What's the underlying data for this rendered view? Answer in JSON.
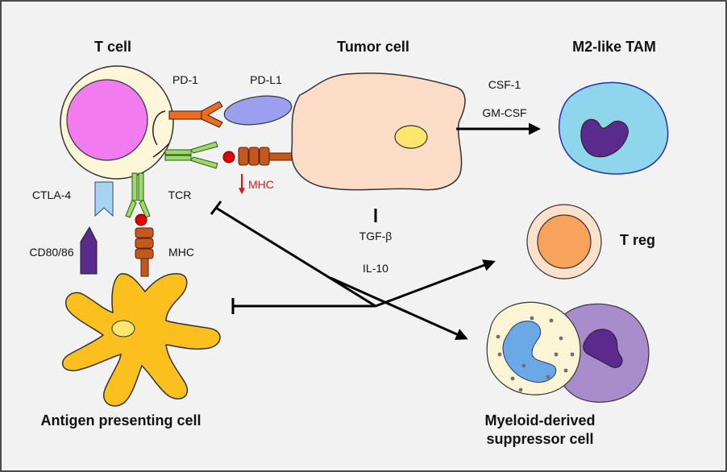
{
  "titles": {
    "t_cell": "T cell",
    "tumor_cell": "Tumor cell",
    "tam": "M2-like TAM",
    "treg": "T reg",
    "apc": "Antigen presenting cell",
    "mdsc_line1": "Myeloid-derived",
    "mdsc_line2": "suppressor cell"
  },
  "labels": {
    "pd1": "PD-1",
    "pdl1": "PD-L1",
    "csf1": "CSF-1",
    "gmcsf": "GM-CSF",
    "ctla4": "CTLA-4",
    "tcr": "TCR",
    "mhc_down": "MHC",
    "cd80": "CD80/86",
    "mhc_apc": "MHC",
    "tgfb": "TGF-β",
    "il10": "IL-10"
  },
  "colors": {
    "border": "#4a4a4a",
    "background": "#f2f2f2",
    "tcell_membrane": "#fdf6d8",
    "tcell_nucleus": "#f07cf0",
    "tumor_body": "#fbdcc6",
    "tumor_nucleus": "#fde56e",
    "tam_body": "#8fd6ec",
    "tam_nucleus": "#5a2a8c",
    "treg_outer": "#fbe0cc",
    "treg_inner": "#f7a35e",
    "apc_body": "#fbbf1e",
    "mdsc_front": "#fbf5d6",
    "mdsc_nucleus": "#6aa8e6",
    "mdsc_back": "#a88ccc",
    "pd1": "#f26b1d",
    "pdl1": "#9aa0ee",
    "tcr": "#9ed86a",
    "ctla4": "#a9d4f1",
    "cd80": "#5a2a8c",
    "mhc": "#c15a1c",
    "antigen": "#e50000",
    "arrow": "#000000"
  }
}
